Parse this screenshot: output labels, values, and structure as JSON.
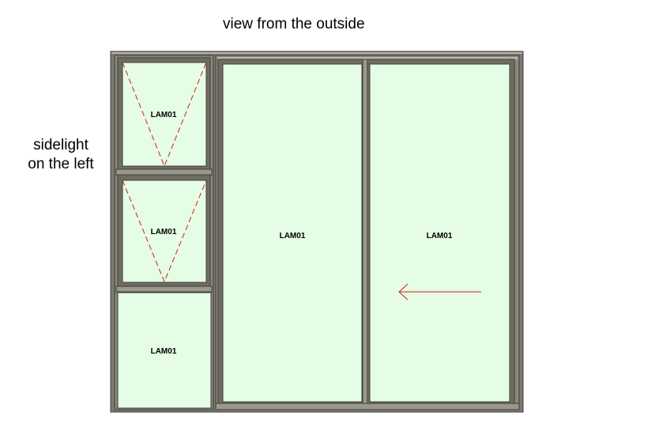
{
  "heading": "view from the outside",
  "side_label_line1": "sidelight",
  "side_label_line2": "on the left",
  "panes": {
    "top_left": "LAM01",
    "middle_left": "LAM01",
    "bottom_left": "LAM01",
    "center": "LAM01",
    "right": "LAM01"
  },
  "colors": {
    "frame": "#7d7b70",
    "frame_dark": "#3f3e38",
    "frame_light": "#b8b6ab",
    "glass": "#e5fde4",
    "marker": "#cc1f1f"
  }
}
